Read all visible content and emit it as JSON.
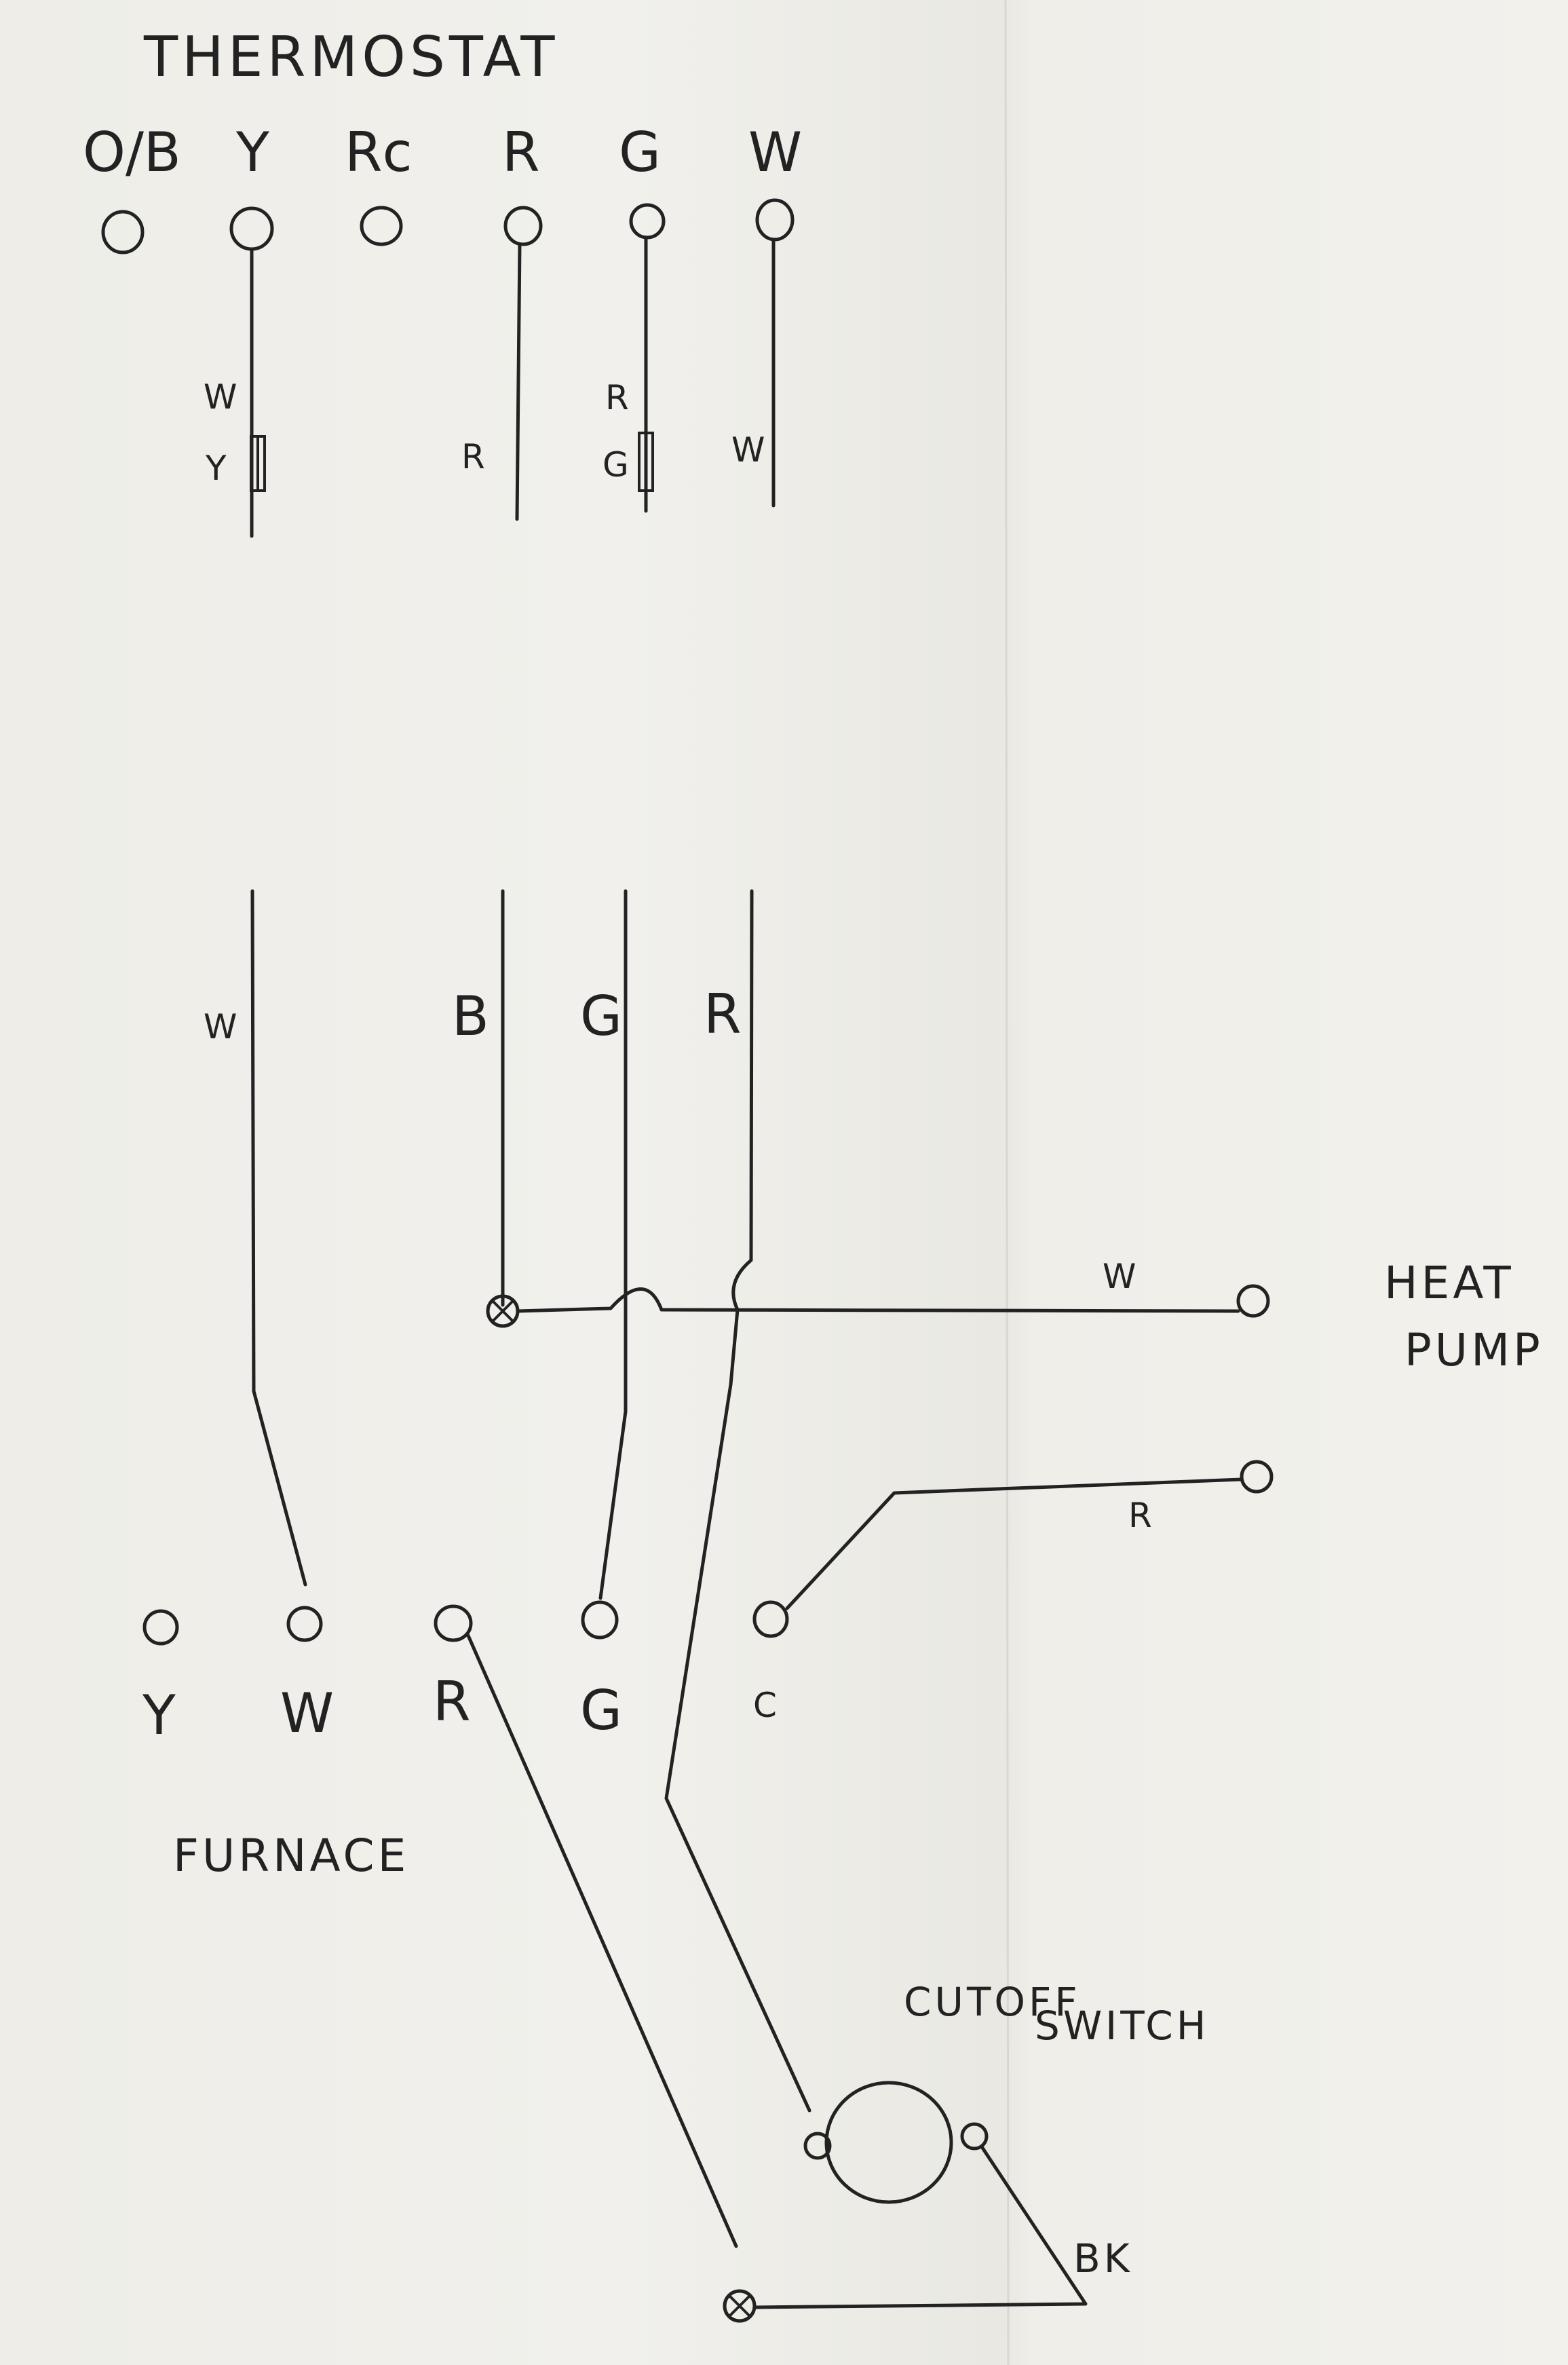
{
  "thermostat": {
    "title": "THERMOSTAT",
    "terminals": [
      "O/B",
      "Y",
      "Rc",
      "R",
      "G",
      "W"
    ],
    "wire_labels": [
      "W",
      "Y",
      "R",
      "R",
      "G",
      "W"
    ]
  },
  "cable": {
    "wire_labels": [
      "W",
      "B",
      "G",
      "R"
    ]
  },
  "heat_pump": {
    "label_line1": "HEAT",
    "label_line2": "PUMP",
    "wire_labels": [
      "W",
      "R"
    ]
  },
  "furnace": {
    "label": "FURNACE",
    "terminals": [
      "Y",
      "W",
      "R",
      "G",
      "C"
    ]
  },
  "cutoff": {
    "label_line1": "CUTOFF",
    "label_line2": "SWITCH",
    "wire_label": "BK"
  },
  "colors": {
    "ink": "#222222",
    "paper": "#eeede8"
  }
}
